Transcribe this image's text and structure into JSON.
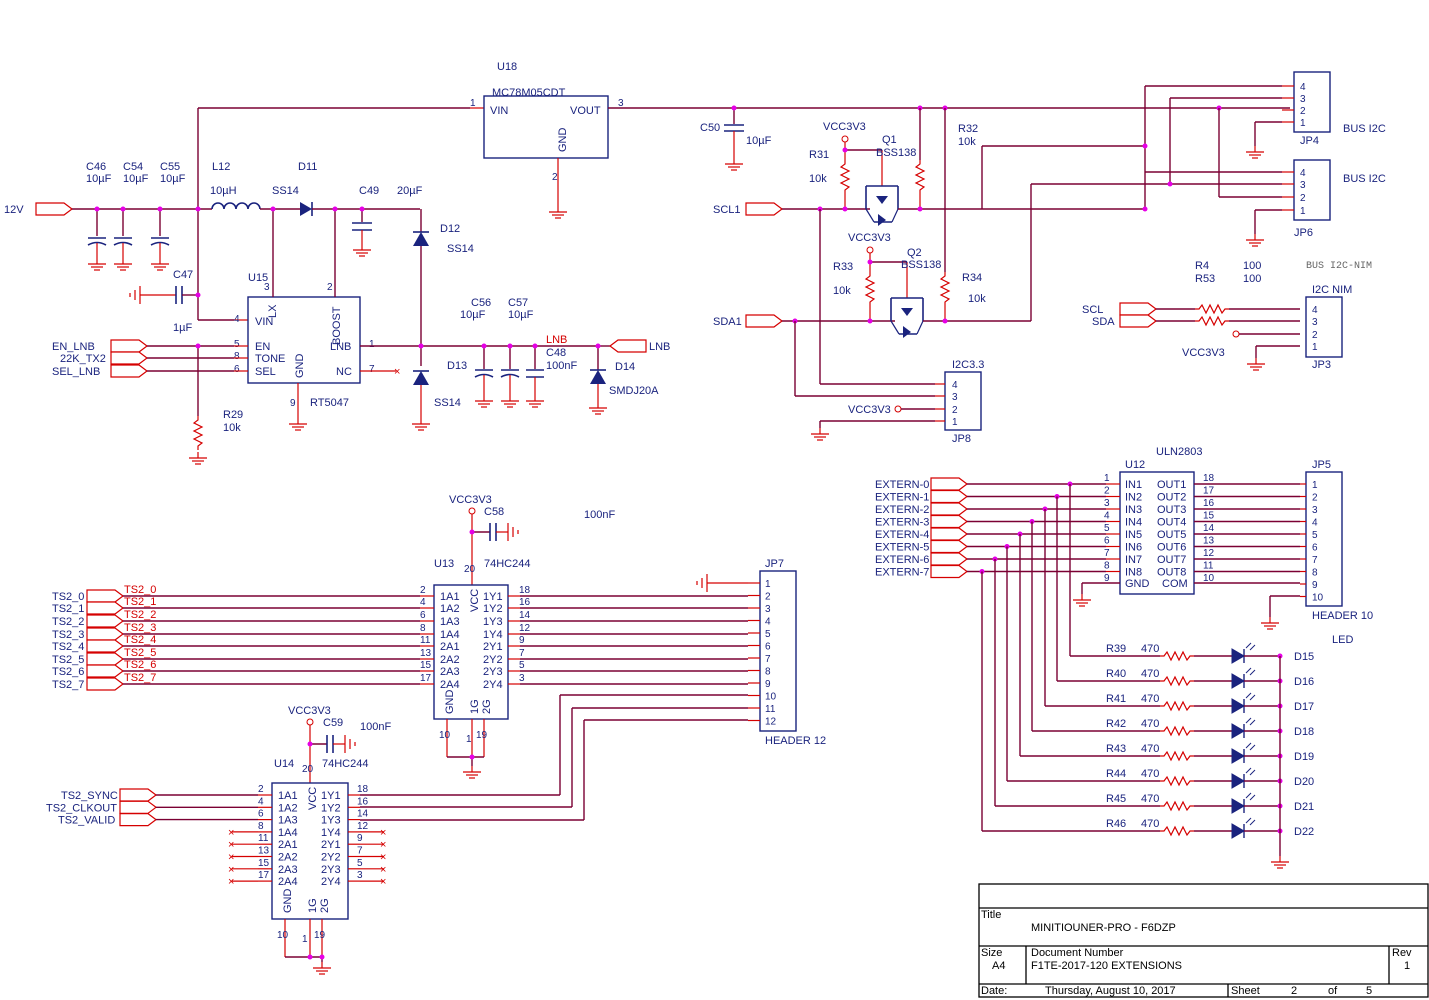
{
  "colors": {
    "wire": "#7b0033",
    "pin": "#d50000",
    "body": "#1a237e",
    "junction": "#e600e6"
  },
  "title_block": {
    "title_label": "Title",
    "title_value": "MINITIOUNER-PRO  -  F6DZP",
    "size_label": "Size",
    "size_value": "A4",
    "docnum_label": "Document Number",
    "docnum_value": "F1TE-2017-120     EXTENSIONS",
    "rev_label": "Rev",
    "rev_value": "1",
    "date_label": "Date:",
    "date_value": "Thursday, August 10, 2017",
    "sheet_label": "Sheet",
    "sheet_value": "2",
    "of_label": "of",
    "of_value": "5"
  },
  "power": {
    "input_net": "12V",
    "u18": {
      "ref": "U18",
      "part": "MC78M05CDT",
      "vin": "VIN",
      "vout": "VOUT",
      "gnd": "GND",
      "p1": "1",
      "p2": "2",
      "p3": "3"
    },
    "c50": {
      "ref": "C50",
      "value": "10µF"
    },
    "caps_in": [
      {
        "ref": "C46",
        "value": "10µF"
      },
      {
        "ref": "C54",
        "value": "10µF"
      },
      {
        "ref": "C55",
        "value": "10µF"
      }
    ],
    "l12": {
      "ref": "L12",
      "value": "10µH"
    },
    "d11": {
      "ref": "D11",
      "value": "SS14"
    },
    "c49": {
      "ref": "C49",
      "value": "20µF"
    },
    "d12": {
      "ref": "D12",
      "value": "SS14"
    },
    "c47": {
      "ref": "C47",
      "value": "1µF"
    },
    "u15": {
      "ref": "U15",
      "part": "RT5047",
      "vin": "VIN",
      "en": "EN",
      "tone": "TONE",
      "sel": "SEL",
      "lx": "LX",
      "boost": "BOOST",
      "lnb": "LNB",
      "nc": "NC",
      "gnd": "GND",
      "pins": {
        "vin": "4",
        "en": "5",
        "tone": "8",
        "sel": "6",
        "lx": "3",
        "boost": "2",
        "lnb": "1",
        "nc": "7",
        "gnd": "9"
      }
    },
    "ctrl_nets": [
      "EN_LNB",
      "22K_TX2",
      "SEL_LNB"
    ],
    "r29": {
      "ref": "R29",
      "value": "10k"
    },
    "c56": {
      "ref": "C56",
      "value": "10µF"
    },
    "c57": {
      "ref": "C57",
      "value": "10µF"
    },
    "c48": {
      "ref": "C48",
      "value": "100nF"
    },
    "d13": {
      "ref": "D13",
      "value": "SS14"
    },
    "d14": {
      "ref": "D14",
      "value": "SMDJ20A"
    },
    "lnb_net": "LNB",
    "lnb_port": "LNB"
  },
  "i2c": {
    "vcc": "VCC3V3",
    "q1": {
      "ref": "Q1",
      "part": "BSS138"
    },
    "q2": {
      "ref": "Q2",
      "part": "BSS138"
    },
    "r31": {
      "ref": "R31",
      "value": "10k"
    },
    "r32": {
      "ref": "R32",
      "value": "10k"
    },
    "r33": {
      "ref": "R33",
      "value": "10k"
    },
    "r34": {
      "ref": "R34",
      "value": "10k"
    },
    "scl": "SCL1",
    "sda": "SDA1",
    "jp4": {
      "ref": "JP4",
      "label": "BUS I2C",
      "pins": [
        "4",
        "3",
        "2",
        "1"
      ]
    },
    "jp6": {
      "ref": "JP6",
      "label": "BUS I2C",
      "pins": [
        "4",
        "3",
        "2",
        "1"
      ]
    },
    "jp8": {
      "ref": "JP8",
      "label": "I2C3.3",
      "pins": [
        "4",
        "3",
        "2",
        "1"
      ]
    },
    "jp3": {
      "ref": "JP3",
      "label": "I2C NIM",
      "pins": [
        "4",
        "3",
        "2",
        "1"
      ]
    },
    "r4": {
      "ref": "R4",
      "value": "100"
    },
    "r53": {
      "ref": "R53",
      "value": "100"
    },
    "bus_note": "BUS I2C-NIM",
    "nim_scl": "SCL",
    "nim_sda": "SDA",
    "nim_vcc": "VCC3V3"
  },
  "ts": {
    "vcc": "VCC3V3",
    "c58": {
      "ref": "C58",
      "value": "100nF"
    },
    "c59": {
      "ref": "C59",
      "value": "100nF"
    },
    "u13": {
      "ref": "U13",
      "part": "74HC244"
    },
    "u14": {
      "ref": "U14",
      "part": "74HC244"
    },
    "inputs": [
      "TS2_0",
      "TS2_1",
      "TS2_2",
      "TS2_3",
      "TS2_4",
      "TS2_5",
      "TS2_6",
      "TS2_7"
    ],
    "buffered": [
      "TS2_0",
      "TS2_1",
      "TS2_2",
      "TS2_3",
      "TS2_4",
      "TS2_5",
      "TS2_6",
      "TS2_7"
    ],
    "ctrl": [
      "TS2_SYNC",
      "TS2_CLKOUT",
      "TS2_VALID"
    ],
    "in_names": [
      "1A1",
      "1A2",
      "1A3",
      "1A4",
      "2A1",
      "2A2",
      "2A3",
      "2A4"
    ],
    "out_names": [
      "1Y1",
      "1Y2",
      "1Y3",
      "1Y4",
      "2Y1",
      "2Y2",
      "2Y3",
      "2Y4"
    ],
    "in_pins": [
      "2",
      "4",
      "6",
      "8",
      "11",
      "13",
      "15",
      "17"
    ],
    "out_pins": [
      "18",
      "16",
      "14",
      "12",
      "9",
      "7",
      "5",
      "3"
    ],
    "gnd": "GND",
    "vcc_pin": "VCC",
    "g1": "1G",
    "g2": "2G",
    "pin10": "10",
    "pin1": "1",
    "pin19": "19",
    "pin20": "20",
    "jp7": {
      "ref": "JP7",
      "label": "HEADER 12",
      "pins": [
        "1",
        "2",
        "3",
        "4",
        "5",
        "6",
        "7",
        "8",
        "9",
        "10",
        "11",
        "12"
      ]
    }
  },
  "led": {
    "u12": {
      "ref": "U12",
      "part": "ULN2803",
      "gnd": "GND",
      "com": "COM",
      "pin9": "9",
      "pin10": "10"
    },
    "inputs": [
      "EXTERN-0",
      "EXTERN-1",
      "EXTERN-2",
      "EXTERN-3",
      "EXTERN-4",
      "EXTERN-5",
      "EXTERN-6",
      "EXTERN-7"
    ],
    "in_names": [
      "IN1",
      "IN2",
      "IN3",
      "IN4",
      "IN5",
      "IN6",
      "IN7",
      "IN8"
    ],
    "out_names": [
      "OUT1",
      "OUT2",
      "OUT3",
      "OUT4",
      "OUT5",
      "OUT6",
      "OUT7",
      "OUT8"
    ],
    "in_pins": [
      "1",
      "2",
      "3",
      "4",
      "5",
      "6",
      "7",
      "8"
    ],
    "out_pins": [
      "18",
      "17",
      "16",
      "15",
      "14",
      "13",
      "12",
      "11"
    ],
    "jp5": {
      "ref": "JP5",
      "label": "HEADER 10",
      "pins": [
        "1",
        "2",
        "3",
        "4",
        "5",
        "6",
        "7",
        "8",
        "9",
        "10"
      ]
    },
    "resistors": [
      "R39",
      "R40",
      "R41",
      "R42",
      "R43",
      "R44",
      "R45",
      "R46"
    ],
    "res_value": "470",
    "diodes": [
      "D15",
      "D16",
      "D17",
      "D18",
      "D19",
      "D20",
      "D21",
      "D22"
    ],
    "title": "LED"
  }
}
